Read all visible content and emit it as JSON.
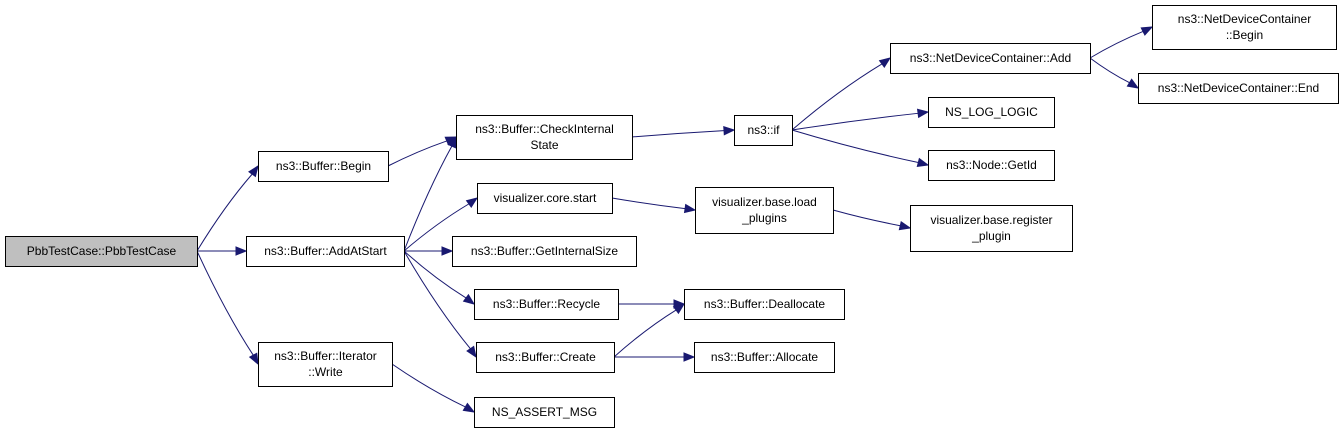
{
  "colors": {
    "edge": "#191970",
    "root_fill": "#bfbfbf",
    "node_fill": "#ffffff",
    "border": "#000000"
  },
  "nodes": [
    {
      "id": "pbb",
      "lines": [
        "PbbTestCase::PbbTestCase"
      ],
      "root": true
    },
    {
      "id": "begin",
      "lines": [
        "ns3::Buffer::Begin"
      ]
    },
    {
      "id": "addatstart",
      "lines": [
        "ns3::Buffer::AddAtStart"
      ]
    },
    {
      "id": "iterwrite",
      "lines": [
        "ns3::Buffer::Iterator",
        "::Write"
      ]
    },
    {
      "id": "checkinternal",
      "lines": [
        "ns3::Buffer::CheckInternal",
        "State"
      ]
    },
    {
      "id": "vizstart",
      "lines": [
        "visualizer.core.start"
      ]
    },
    {
      "id": "getinternalsize",
      "lines": [
        "ns3::Buffer::GetInternalSize"
      ]
    },
    {
      "id": "recycle",
      "lines": [
        "ns3::Buffer::Recycle"
      ]
    },
    {
      "id": "create",
      "lines": [
        "ns3::Buffer::Create"
      ]
    },
    {
      "id": "assertmsg",
      "lines": [
        "NS_ASSERT_MSG"
      ]
    },
    {
      "id": "nsif",
      "lines": [
        "ns3::if"
      ]
    },
    {
      "id": "loadplugins",
      "lines": [
        "visualizer.base.load",
        "_plugins"
      ]
    },
    {
      "id": "deallocate",
      "lines": [
        "ns3::Buffer::Deallocate"
      ]
    },
    {
      "id": "allocate",
      "lines": [
        "ns3::Buffer::Allocate"
      ]
    },
    {
      "id": "ndcadd",
      "lines": [
        "ns3::NetDeviceContainer::Add"
      ]
    },
    {
      "id": "loglogic",
      "lines": [
        "NS_LOG_LOGIC"
      ]
    },
    {
      "id": "getid",
      "lines": [
        "ns3::Node::GetId"
      ]
    },
    {
      "id": "registerplugin",
      "lines": [
        "visualizer.base.register",
        "_plugin"
      ]
    },
    {
      "id": "ndcbegin",
      "lines": [
        "ns3::NetDeviceContainer",
        "::Begin"
      ]
    },
    {
      "id": "ndcend",
      "lines": [
        "ns3::NetDeviceContainer::End"
      ]
    }
  ],
  "edges": [
    [
      "pbb",
      "begin"
    ],
    [
      "pbb",
      "addatstart"
    ],
    [
      "pbb",
      "iterwrite"
    ],
    [
      "begin",
      "checkinternal"
    ],
    [
      "addatstart",
      "checkinternal"
    ],
    [
      "addatstart",
      "vizstart"
    ],
    [
      "addatstart",
      "getinternalsize"
    ],
    [
      "addatstart",
      "recycle"
    ],
    [
      "addatstart",
      "create"
    ],
    [
      "iterwrite",
      "assertmsg"
    ],
    [
      "checkinternal",
      "nsif"
    ],
    [
      "nsif",
      "ndcadd"
    ],
    [
      "nsif",
      "loglogic"
    ],
    [
      "nsif",
      "getid"
    ],
    [
      "ndcadd",
      "ndcbegin"
    ],
    [
      "ndcadd",
      "ndcend"
    ],
    [
      "vizstart",
      "loadplugins"
    ],
    [
      "loadplugins",
      "registerplugin"
    ],
    [
      "recycle",
      "deallocate"
    ],
    [
      "create",
      "deallocate"
    ],
    [
      "create",
      "allocate"
    ]
  ]
}
